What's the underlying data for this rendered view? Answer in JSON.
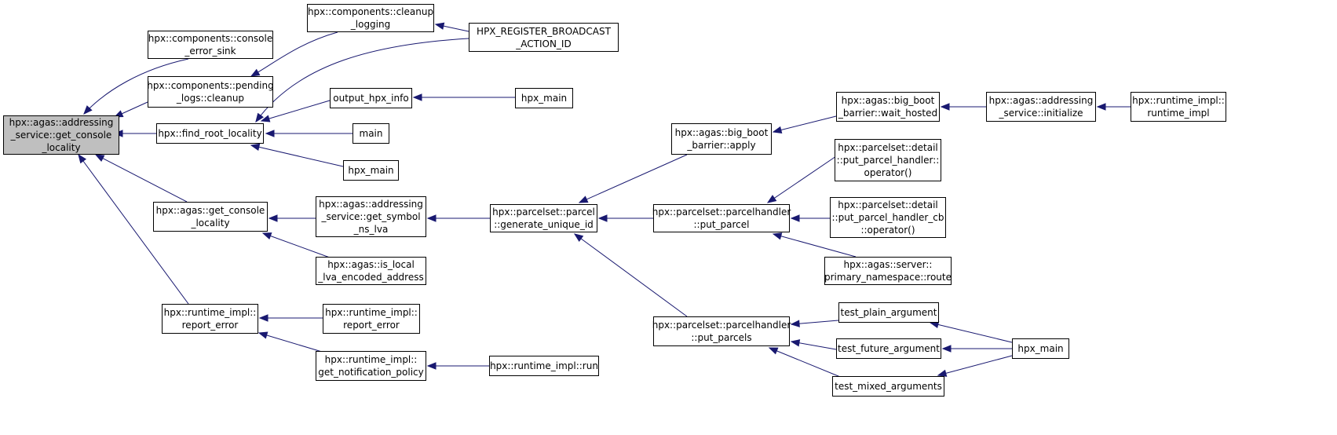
{
  "graph": {
    "colors": {
      "edge": "#191970",
      "node_border": "#000000",
      "focus_fill": "#bfbfbf",
      "node_fill": "#ffffff"
    },
    "nodes": [
      {
        "id": "n0",
        "lines": [
          "hpx::agas::addressing",
          "_service::get_console",
          "_locality"
        ],
        "focus": true
      },
      {
        "id": "n1",
        "lines": [
          "hpx::components::console",
          "_error_sink"
        ]
      },
      {
        "id": "n2",
        "lines": [
          "hpx::components::pending",
          "_logs::cleanup"
        ]
      },
      {
        "id": "n3",
        "lines": [
          "hpx::find_root_locality"
        ]
      },
      {
        "id": "n4",
        "lines": [
          "hpx::agas::get_console",
          "_locality"
        ]
      },
      {
        "id": "n5",
        "lines": [
          "hpx::runtime_impl::",
          "report_error"
        ]
      },
      {
        "id": "n6",
        "lines": [
          "hpx::components::cleanup",
          "_logging"
        ]
      },
      {
        "id": "n7",
        "lines": [
          "output_hpx_info"
        ]
      },
      {
        "id": "n8",
        "lines": [
          "main"
        ]
      },
      {
        "id": "n9",
        "lines": [
          "hpx_main"
        ]
      },
      {
        "id": "n10",
        "lines": [
          "hpx::agas::addressing",
          "_service::get_symbol",
          "_ns_lva"
        ]
      },
      {
        "id": "n11",
        "lines": [
          "hpx::agas::is_local",
          "_lva_encoded_address"
        ]
      },
      {
        "id": "n12",
        "lines": [
          "hpx::runtime_impl::",
          "report_error"
        ]
      },
      {
        "id": "n13",
        "lines": [
          "hpx::runtime_impl::",
          "get_notification_policy"
        ]
      },
      {
        "id": "n14",
        "lines": [
          "HPX_REGISTER_BROADCAST",
          "_ACTION_ID"
        ]
      },
      {
        "id": "n15",
        "lines": [
          "hpx_main"
        ]
      },
      {
        "id": "n16",
        "lines": [
          "hpx::parcelset::parcel",
          "::generate_unique_id"
        ]
      },
      {
        "id": "n17",
        "lines": [
          "hpx::runtime_impl::run"
        ]
      },
      {
        "id": "n18",
        "lines": [
          "hpx::agas::big_boot",
          "_barrier::apply"
        ]
      },
      {
        "id": "n19",
        "lines": [
          "hpx::parcelset::parcelhandler",
          "::put_parcel"
        ]
      },
      {
        "id": "n20",
        "lines": [
          "hpx::parcelset::parcelhandler",
          "::put_parcels"
        ]
      },
      {
        "id": "n21",
        "lines": [
          "hpx::agas::big_boot",
          "_barrier::wait_hosted"
        ]
      },
      {
        "id": "n22",
        "lines": [
          "hpx::parcelset::detail",
          "::put_parcel_handler::",
          "operator()"
        ]
      },
      {
        "id": "n23",
        "lines": [
          "hpx::parcelset::detail",
          "::put_parcel_handler_cb",
          "::operator()"
        ]
      },
      {
        "id": "n24",
        "lines": [
          "hpx::agas::server::",
          "primary_namespace::route"
        ]
      },
      {
        "id": "n25",
        "lines": [
          "test_plain_argument"
        ]
      },
      {
        "id": "n26",
        "lines": [
          "test_future_argument"
        ]
      },
      {
        "id": "n27",
        "lines": [
          "test_mixed_arguments"
        ]
      },
      {
        "id": "n28",
        "lines": [
          "hpx::agas::addressing",
          "_service::initialize"
        ]
      },
      {
        "id": "n29",
        "lines": [
          "hpx_main"
        ]
      },
      {
        "id": "n30",
        "lines": [
          "hpx::runtime_impl::",
          "runtime_impl"
        ]
      }
    ],
    "edges": [
      [
        "n1",
        "n0"
      ],
      [
        "n2",
        "n0"
      ],
      [
        "n3",
        "n0"
      ],
      [
        "n4",
        "n0"
      ],
      [
        "n5",
        "n0"
      ],
      [
        "n6",
        "n2"
      ],
      [
        "n14",
        "n6"
      ],
      [
        "n14",
        "n3"
      ],
      [
        "n7",
        "n3"
      ],
      [
        "n8",
        "n3"
      ],
      [
        "n9",
        "n3"
      ],
      [
        "n15",
        "n7"
      ],
      [
        "n10",
        "n4"
      ],
      [
        "n11",
        "n4"
      ],
      [
        "n16",
        "n10"
      ],
      [
        "n12",
        "n5"
      ],
      [
        "n13",
        "n5"
      ],
      [
        "n17",
        "n13"
      ],
      [
        "n18",
        "n16"
      ],
      [
        "n19",
        "n16"
      ],
      [
        "n20",
        "n16"
      ],
      [
        "n21",
        "n18"
      ],
      [
        "n28",
        "n21"
      ],
      [
        "n30",
        "n28"
      ],
      [
        "n22",
        "n19"
      ],
      [
        "n23",
        "n19"
      ],
      [
        "n24",
        "n19"
      ],
      [
        "n25",
        "n20"
      ],
      [
        "n26",
        "n20"
      ],
      [
        "n27",
        "n20"
      ],
      [
        "n29",
        "n25"
      ],
      [
        "n29",
        "n26"
      ],
      [
        "n29",
        "n27"
      ]
    ]
  }
}
